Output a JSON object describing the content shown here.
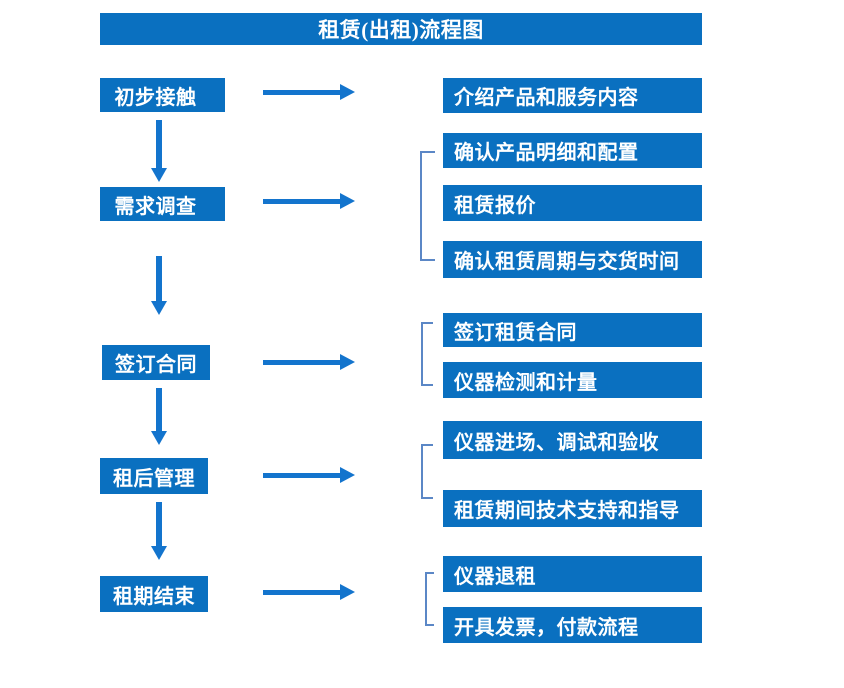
{
  "title": "租赁(出租)流程图",
  "colors": {
    "box_fill": "#0a70c0",
    "arrow": "#1374cd",
    "bracket": "#5b87c6",
    "text": "#ffffff",
    "background": "#ffffff"
  },
  "left_steps": [
    {
      "label": "初步接触"
    },
    {
      "label": "需求调查"
    },
    {
      "label": "签订合同"
    },
    {
      "label": "租后管理"
    },
    {
      "label": "租期结束"
    }
  ],
  "right_items": [
    {
      "label": "介绍产品和服务内容",
      "group": 1
    },
    {
      "label": "确认产品明细和配置",
      "group": 2
    },
    {
      "label": "租赁报价",
      "group": 2
    },
    {
      "label": "确认租赁周期与交货时间",
      "group": 2
    },
    {
      "label": "签订租赁合同",
      "group": 3
    },
    {
      "label": "仪器检测和计量",
      "group": 3
    },
    {
      "label": "仪器进场、调试和验收",
      "group": 4
    },
    {
      "label": "租赁期间技术支持和指导",
      "group": 4
    },
    {
      "label": "仪器退租",
      "group": 5
    },
    {
      "label": "开具发票，付款流程",
      "group": 5
    }
  ]
}
